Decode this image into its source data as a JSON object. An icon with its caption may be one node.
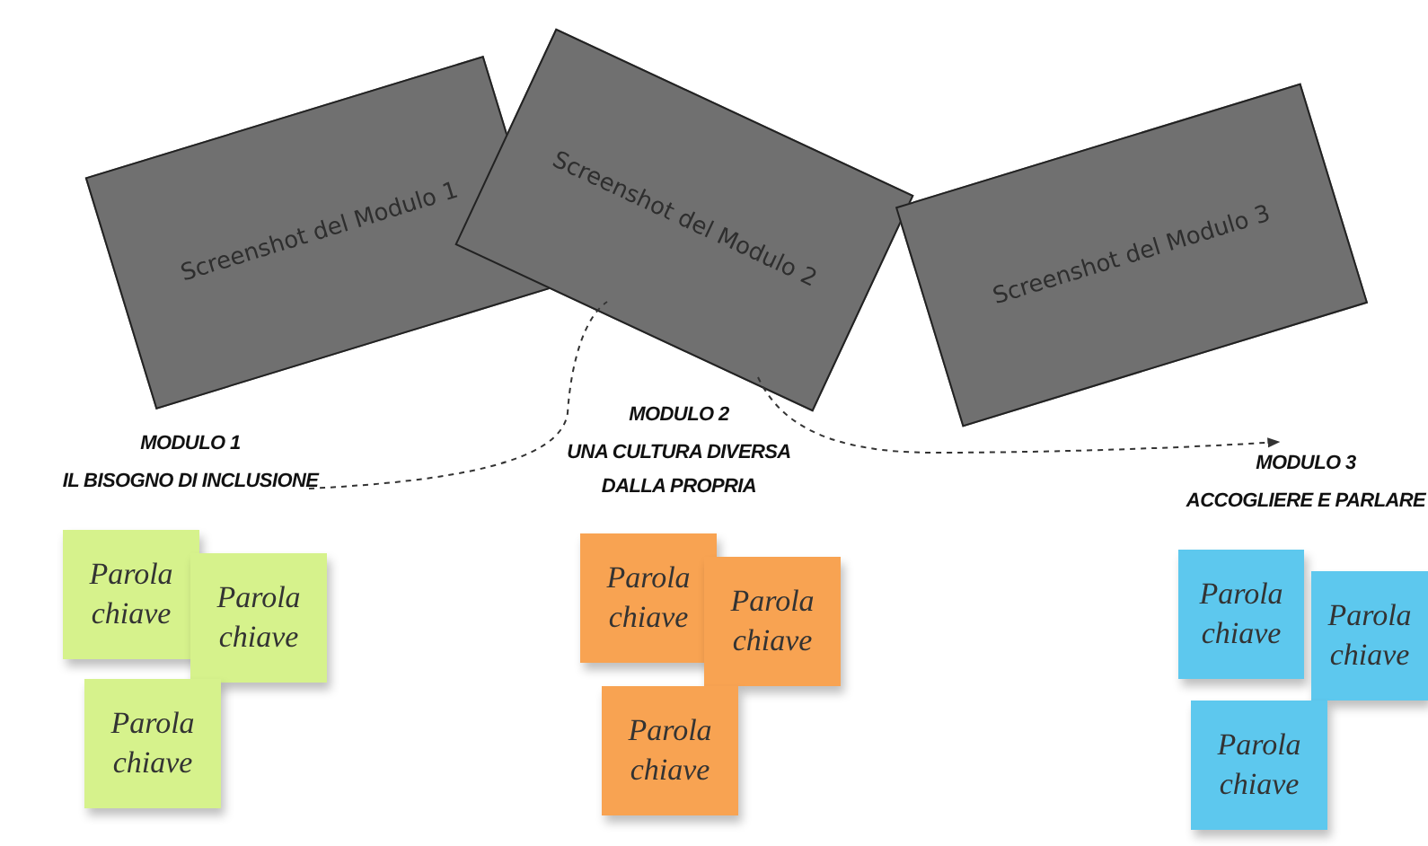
{
  "diagram": {
    "nodes": [
      {
        "text": [
          "Screenshot del Modulo 1"
        ]
      },
      {
        "text": [
          "Screenshot del Modulo 2"
        ]
      },
      {
        "text": [
          "Screenshot del Modulo 3"
        ]
      },
      {
        "text": [
          "MODULO 1",
          "IL BISOGNO DI INCLUSIONE"
        ]
      },
      {
        "text": [
          "MODULO 2",
          "UNA CULTURA DIVERSA DALLA PROPRIA"
        ]
      },
      {
        "text": [
          "MODULO 3",
          "ACCOGLIERE E PARLARE"
        ]
      },
      {
        "text": [
          "Parola chiave"
        ]
      },
      {
        "text": [
          "Parola chiave"
        ]
      },
      {
        "text": [
          "Parola chiave"
        ]
      },
      {
        "text": [
          "Parola chiave"
        ]
      },
      {
        "text": [
          "Parola chiave"
        ]
      },
      {
        "text": [
          "Parola chiave"
        ]
      },
      {
        "text": [
          "Parola chiave"
        ]
      },
      {
        "text": [
          "Parola chiave"
        ]
      },
      {
        "text": [
          "Parola chiave"
        ]
      }
    ],
    "edges": [
      {
        "from": 3,
        "to": 1,
        "arrow": "none",
        "style": "dashed"
      },
      {
        "from": 1,
        "to": 5,
        "arrow": "to",
        "style": "dashed"
      }
    ]
  }
}
